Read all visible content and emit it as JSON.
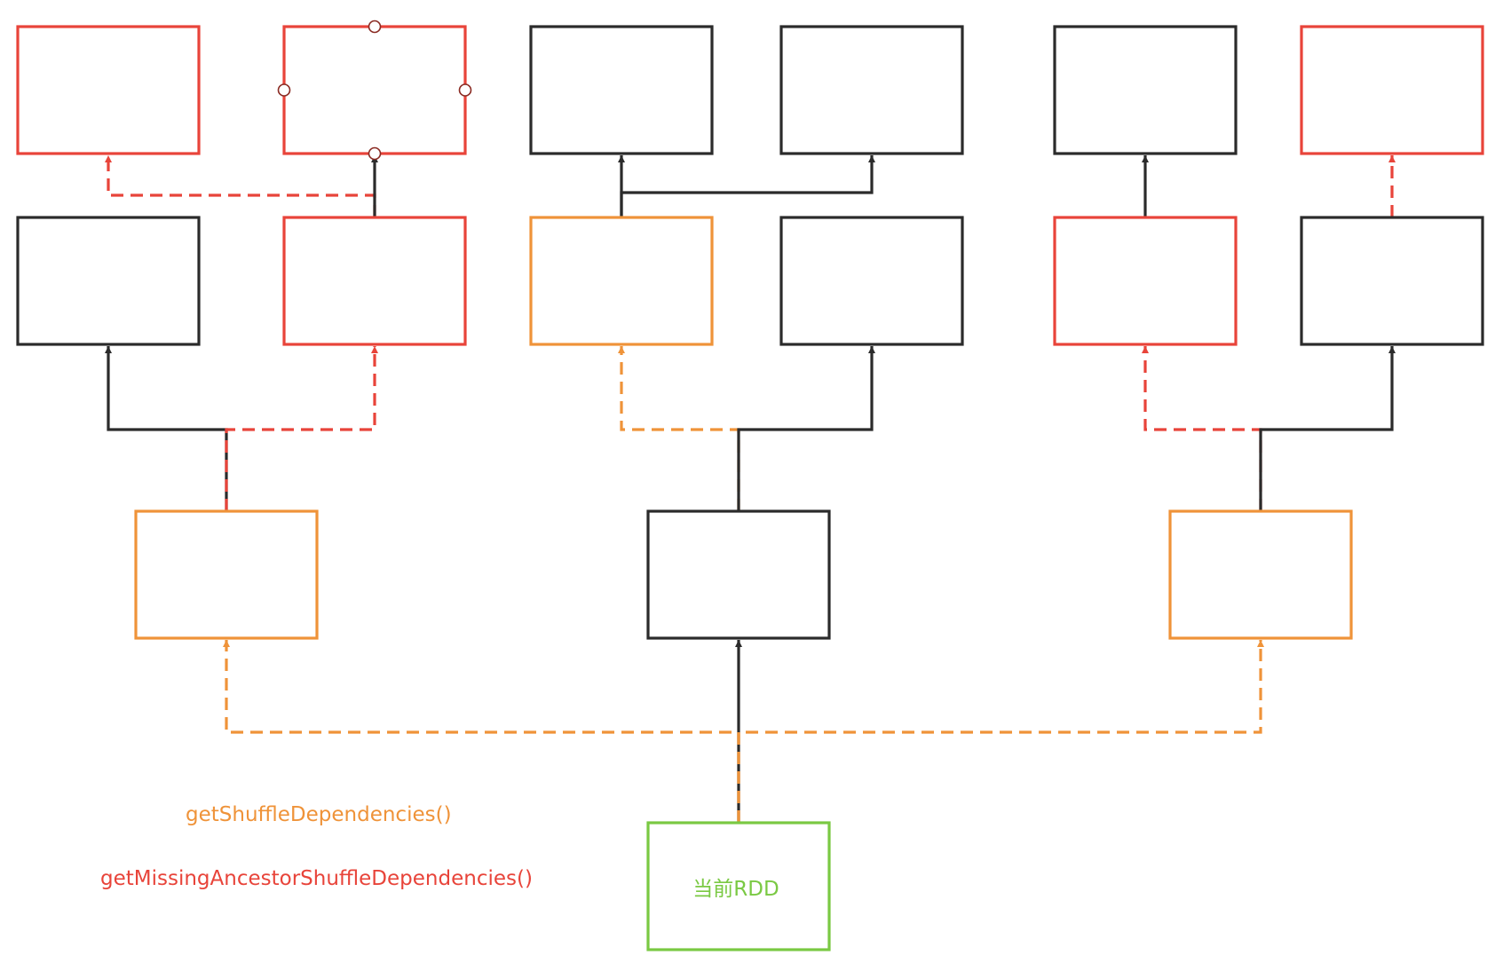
{
  "colors": {
    "black": "#2b2b2b",
    "red": "#e8443a",
    "orange": "#ef9339",
    "green": "#7ac943"
  },
  "nodes": [
    {
      "id": "top-1",
      "color": "red"
    },
    {
      "id": "top-2",
      "color": "red",
      "selected": true
    },
    {
      "id": "top-3",
      "color": "black"
    },
    {
      "id": "top-4",
      "color": "black"
    },
    {
      "id": "top-5",
      "color": "black"
    },
    {
      "id": "top-6",
      "color": "red"
    },
    {
      "id": "mid-1",
      "color": "black"
    },
    {
      "id": "mid-2",
      "color": "red"
    },
    {
      "id": "mid-3",
      "color": "orange"
    },
    {
      "id": "mid-4",
      "color": "black"
    },
    {
      "id": "mid-5",
      "color": "red"
    },
    {
      "id": "mid-6",
      "color": "black"
    },
    {
      "id": "low-1",
      "color": "orange"
    },
    {
      "id": "low-2",
      "color": "black"
    },
    {
      "id": "low-3",
      "color": "orange"
    },
    {
      "id": "current",
      "color": "green",
      "label": "当前RDD"
    }
  ],
  "edges": [
    {
      "from": "current",
      "to": "low-1",
      "style": "dashed",
      "color": "orange"
    },
    {
      "from": "current",
      "to": "low-2",
      "style": "solid",
      "color": "black"
    },
    {
      "from": "current",
      "to": "low-3",
      "style": "dashed",
      "color": "orange"
    },
    {
      "from": "low-1",
      "to": "mid-1",
      "style": "solid",
      "color": "black"
    },
    {
      "from": "low-1",
      "to": "mid-2",
      "style": "dashed",
      "color": "red"
    },
    {
      "from": "low-2",
      "to": "mid-3",
      "style": "dashed",
      "color": "orange"
    },
    {
      "from": "low-2",
      "to": "mid-4",
      "style": "solid",
      "color": "black"
    },
    {
      "from": "low-3",
      "to": "mid-5",
      "style": "dashed",
      "color": "red"
    },
    {
      "from": "low-3",
      "to": "mid-6",
      "style": "solid",
      "color": "black"
    },
    {
      "from": "mid-2",
      "to": "top-1",
      "style": "dashed",
      "color": "red"
    },
    {
      "from": "mid-2",
      "to": "top-2",
      "style": "solid",
      "color": "black"
    },
    {
      "from": "mid-3",
      "to": "top-3",
      "style": "solid",
      "color": "black"
    },
    {
      "from": "mid-3",
      "to": "top-4",
      "style": "solid",
      "color": "black"
    },
    {
      "from": "mid-5",
      "to": "top-5",
      "style": "solid",
      "color": "black"
    },
    {
      "from": "mid-6",
      "to": "top-6",
      "style": "dashed",
      "color": "red"
    }
  ],
  "legend": {
    "shuffle_label": "getShuffleDependencies()",
    "shuffle_color": "orange",
    "missing_label": "getMissingAncestorShuffleDependencies()",
    "missing_color": "red"
  },
  "current_label": "当前RDD"
}
